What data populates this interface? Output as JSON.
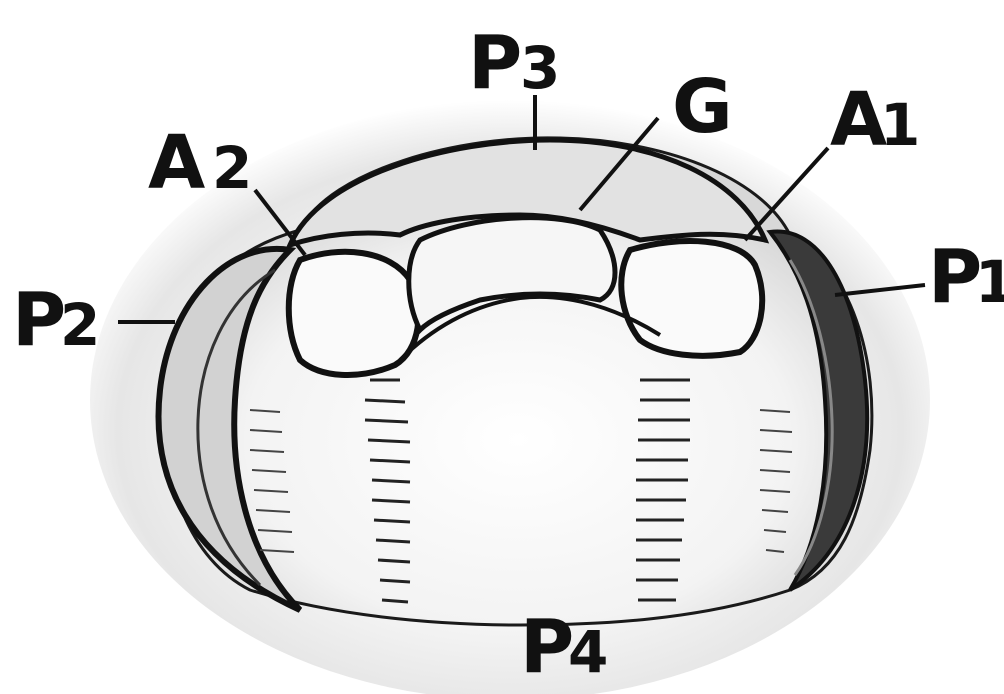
{
  "figure": {
    "labels": [
      {
        "id": "P3",
        "letter": "P",
        "index": "3"
      },
      {
        "id": "G",
        "letter": "G",
        "index": ""
      },
      {
        "id": "A1",
        "letter": "A",
        "index": "1"
      },
      {
        "id": "A2",
        "letter": "A",
        "index": "2"
      },
      {
        "id": "P1",
        "letter": "P",
        "index": "1"
      },
      {
        "id": "P2",
        "letter": "P",
        "index": "2"
      },
      {
        "id": "P4",
        "letter": "P",
        "index": "4"
      }
    ]
  },
  "colors": {
    "ink": "#111111",
    "shade": "#2a2a2a",
    "background": "#ffffff"
  }
}
